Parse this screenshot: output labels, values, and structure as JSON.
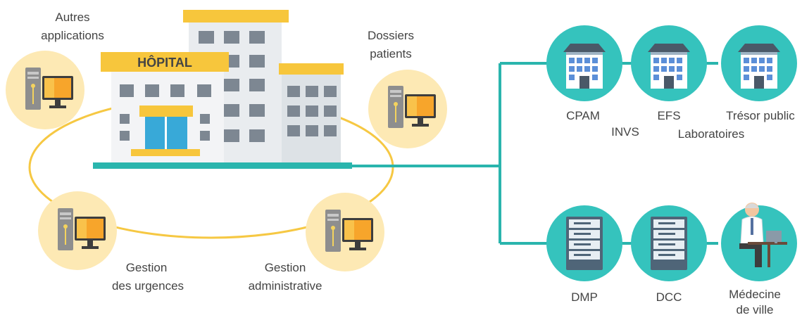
{
  "colors": {
    "ring": "#f6c843",
    "bubble": "#fde9b4",
    "teal": "#2ab5ad",
    "teal_circle": "#35c3bd",
    "yellow": "#f7c63c",
    "building_blue": "#9fd3ec",
    "gray": "#8e9aa6"
  },
  "hospital": {
    "sign": "HÔPITAL"
  },
  "nodes": {
    "autres": [
      "Autres",
      "applications"
    ],
    "dossiers": [
      "Dossiers",
      "patients"
    ],
    "urgences": [
      "Gestion",
      "des urgences"
    ],
    "administrative": [
      "Gestion",
      "administrative"
    ]
  },
  "external": {
    "cpam": "CPAM",
    "invs": "INVS",
    "efs": "EFS",
    "laboratoires": "Laboratoires",
    "tresor": "Trésor public",
    "dmp": "DMP",
    "dcc": "DCC",
    "medecine": [
      "Médecine",
      "de ville"
    ]
  }
}
